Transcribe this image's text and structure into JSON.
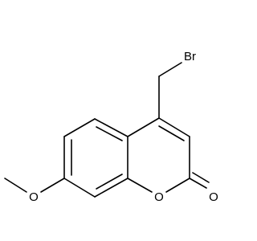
{
  "molecule": {
    "atom_labels": {
      "bromine": "Br",
      "ring_oxygen": "O",
      "carbonyl_oxygen": "O",
      "methoxy_oxygen": "O"
    }
  }
}
